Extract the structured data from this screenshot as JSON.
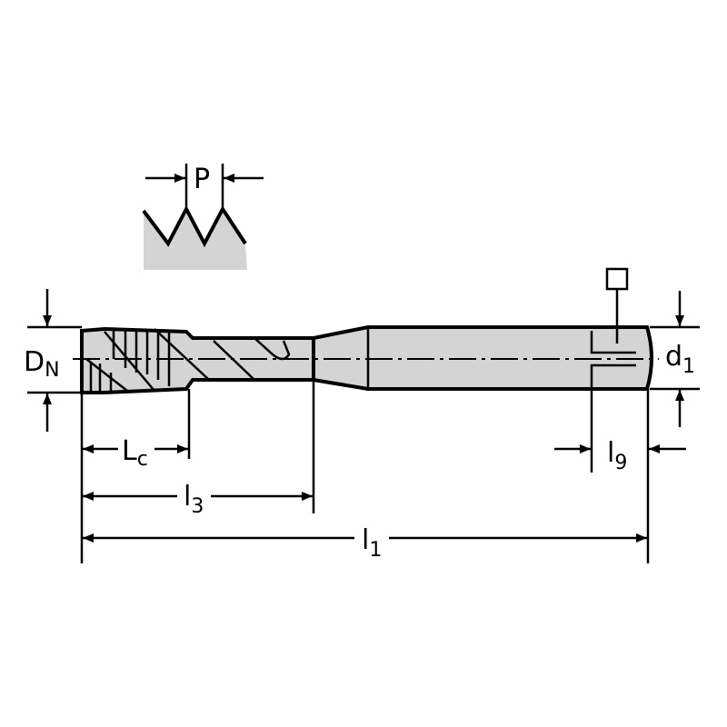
{
  "colors": {
    "body_fill": "#d4d4d4",
    "line": "#000000"
  },
  "labels": {
    "pitch": "P",
    "nominal_diameter": {
      "main": "D",
      "sub": "N"
    },
    "shank_diameter": {
      "main": "d",
      "sub": "1"
    },
    "chamfer_length": {
      "main": "L",
      "sub": "c"
    },
    "thread_length": {
      "main": "l",
      "sub": "3"
    },
    "overall_length": {
      "main": "l",
      "sub": "1"
    },
    "square_length": {
      "main": "l",
      "sub": "9"
    }
  }
}
